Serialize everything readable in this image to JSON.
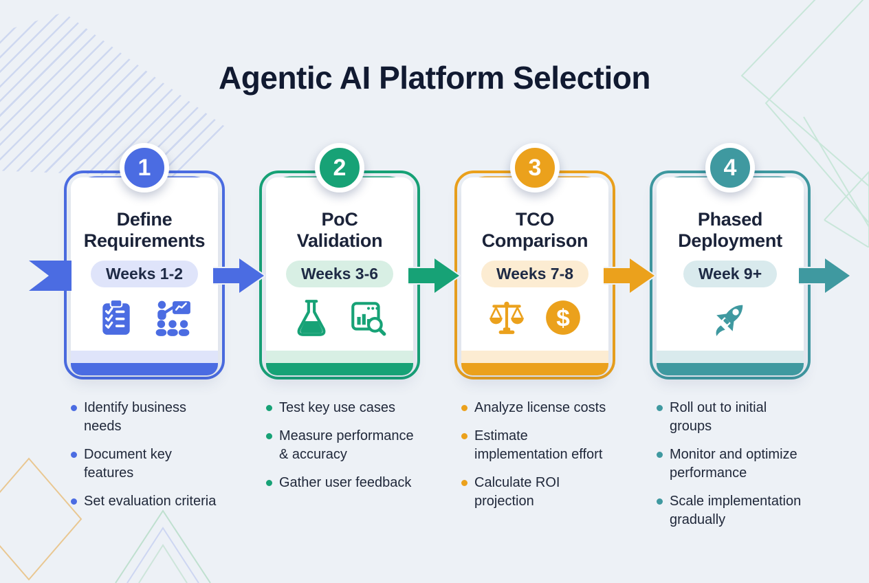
{
  "page": {
    "title": "Agentic AI Platform Selection",
    "background_color": "#edf1f6",
    "title_color": "#111a31"
  },
  "phases": [
    {
      "number": "1",
      "title": "Define\nRequirements",
      "weeks": "Weeks 1-2",
      "color": "#4b6ce2",
      "tint": "#dfe4fa",
      "icons": [
        "clipboard-checklist-icon",
        "presentation-audience-icon"
      ],
      "bullets": [
        "Identify business\nneeds",
        "Document key\nfeatures",
        "Set evaluation criteria"
      ]
    },
    {
      "number": "2",
      "title": "PoC\nValidation",
      "weeks": "Weeks 3-6",
      "color": "#17a276",
      "tint": "#d8efe4",
      "icons": [
        "flask-icon",
        "chart-magnifier-icon"
      ],
      "bullets": [
        "Test key use cases",
        "Measure performance\n& accuracy",
        "Gather user feedback"
      ]
    },
    {
      "number": "3",
      "title": "TCO\nComparison",
      "weeks": "Weeks 7-8",
      "color": "#eba11c",
      "tint": "#fcecd2",
      "icons": [
        "balance-scale-icon",
        "dollar-coin-icon"
      ],
      "bullets": [
        "Analyze license costs",
        "Estimate\nimplementation effort",
        "Calculate ROI\nprojection"
      ]
    },
    {
      "number": "4",
      "title": "Phased\nDeployment",
      "weeks": "Week 9+",
      "color": "#3f99a0",
      "tint": "#d9eaed",
      "icons": [
        "rocket-icon"
      ],
      "bullets": [
        "Roll out to initial\ngroups",
        "Monitor and optimize\nperformance",
        "Scale implementation\ngradually"
      ]
    }
  ]
}
